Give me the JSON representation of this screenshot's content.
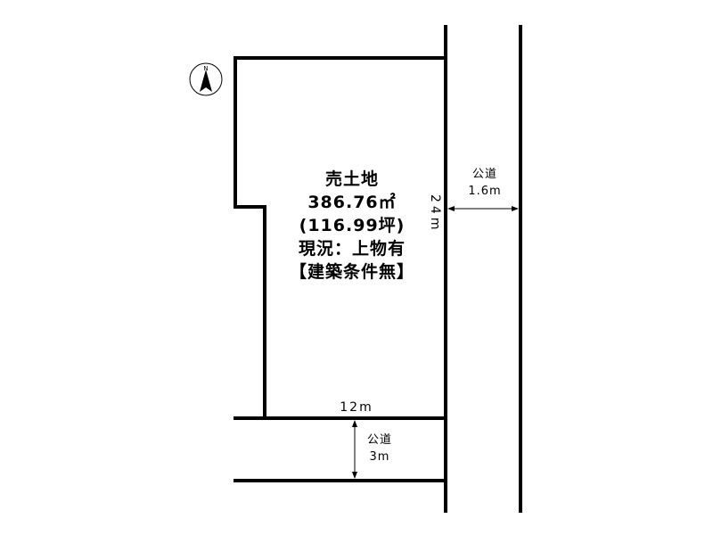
{
  "parcel": {
    "title": "売土地",
    "area_m2": "386.76㎡",
    "area_tsubo": "(116.99坪)",
    "status": "現況：上物有",
    "condition": "【建築条件無】"
  },
  "dimensions": {
    "frontage_south": "12m",
    "depth_east": "24m"
  },
  "roads": {
    "east": {
      "label": "公道",
      "width": "1.6m"
    },
    "south": {
      "label": "公道",
      "width": "3m"
    }
  },
  "compass": {
    "north_label": "N"
  }
}
